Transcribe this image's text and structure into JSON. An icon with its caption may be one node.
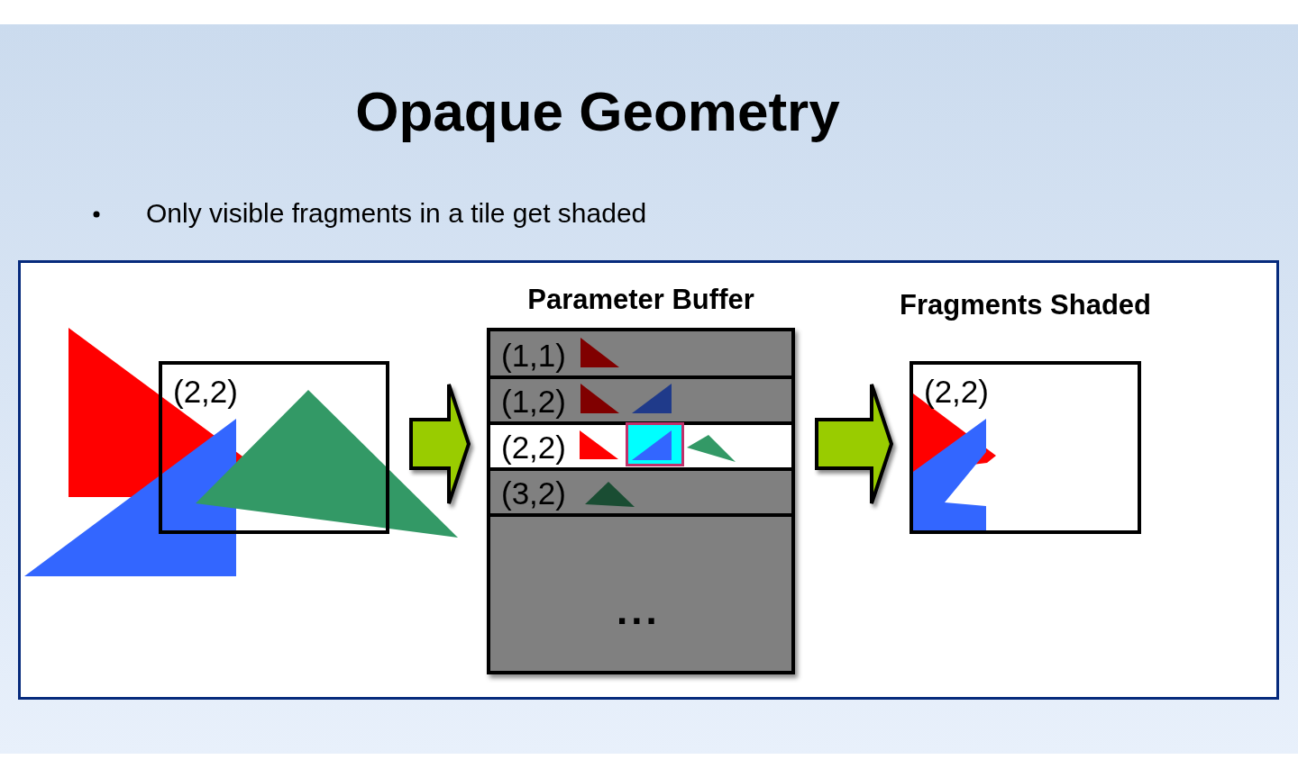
{
  "diagram": {
    "title": "Opaque Geometry",
    "nodes": [
      {
        "text": [
          "(2,2)"
        ]
      },
      {
        "text": [
          "Parameter Buffer"
        ]
      },
      {
        "text": [
          "(1,1)"
        ],
        "in": 1
      },
      {
        "text": [
          "(1,2)"
        ],
        "in": 1
      },
      {
        "text": [
          "(2,2)"
        ],
        "in": 1
      },
      {
        "text": [
          "(3,2)"
        ],
        "in": 1
      },
      {
        "text": [
          "..."
        ],
        "in": 1
      },
      {
        "text": [
          "Fragments Shaded",
          "(2,2)"
        ]
      }
    ],
    "edges": [
      {
        "from": 0,
        "to": 1,
        "arrow": "to"
      },
      {
        "from": 1,
        "to": 7,
        "arrow": "to"
      }
    ],
    "labels": [
      "Only visible fragments in a tile get shaded"
    ]
  }
}
